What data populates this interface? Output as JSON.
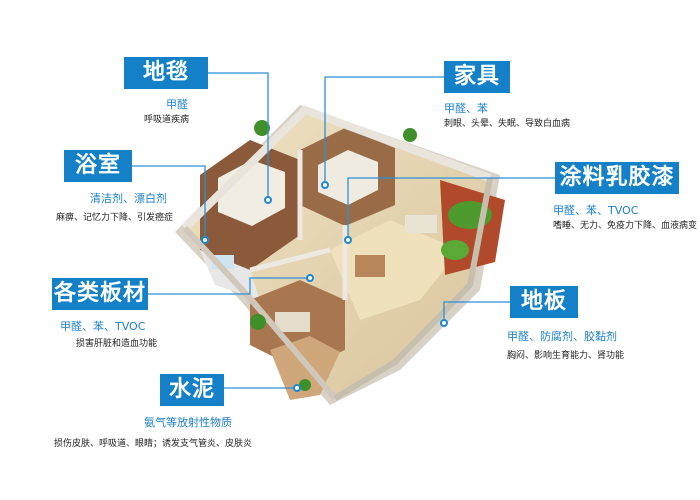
{
  "labels": {
    "carpet": {
      "title": "地毯",
      "substance": "甲醛",
      "effects": "呼吸道疾病"
    },
    "furniture": {
      "title": "家具",
      "substance": "甲醛、苯",
      "effects": "刺眼、头晕、失眠、导致白血病"
    },
    "bathroom": {
      "title": "浴室",
      "substance": "清洁剂、漂白剂",
      "effects": "麻痹、记忆力下降、引发癌症"
    },
    "paint": {
      "title": "涂料乳胶漆",
      "substance": "甲醛、苯、TVOC",
      "effects": "嗜睡、无力、免疫力下降、血液病变"
    },
    "boards": {
      "title": "各类板材",
      "substance": "甲醛、苯、TVOC",
      "effects": "损害肝脏和造血功能"
    },
    "floor": {
      "title": "地板",
      "substance": "甲醛、防腐剂、胶黏剂",
      "effects": "胸闷、影响生育能力、肾功能"
    },
    "cement": {
      "title": "水泥",
      "substance": "氨气等放射性物质",
      "effects": "损伤皮肤、呼吸道、眼睛；诱发支气管炎、皮肤炎"
    }
  },
  "colors": {
    "label_bg": "#1480c8",
    "substance_text": "#1c7fc8",
    "connector": "#2b8fd8"
  }
}
